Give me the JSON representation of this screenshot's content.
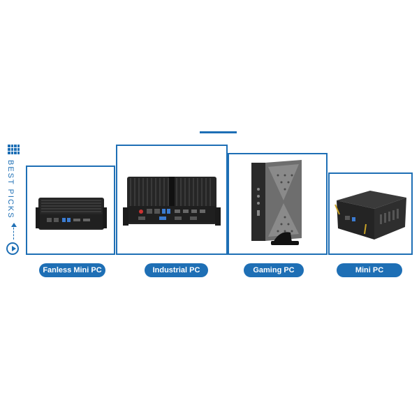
{
  "side": {
    "label": "BEST PICKS",
    "grid_icon": "grid-icon",
    "arrow_icon": "arrow-up-icon",
    "play_icon": "play-icon"
  },
  "products": [
    {
      "name": "Fanless Mini PC",
      "image": "fanless-mini-pc-image"
    },
    {
      "name": "Industrial PC",
      "image": "industrial-pc-image"
    },
    {
      "name": "Gaming PC",
      "image": "gaming-pc-image"
    },
    {
      "name": "Mini PC",
      "image": "mini-pc-image"
    }
  ],
  "colors": {
    "accent": "#1e6fb5",
    "device_dark": "#2b2b2b"
  }
}
